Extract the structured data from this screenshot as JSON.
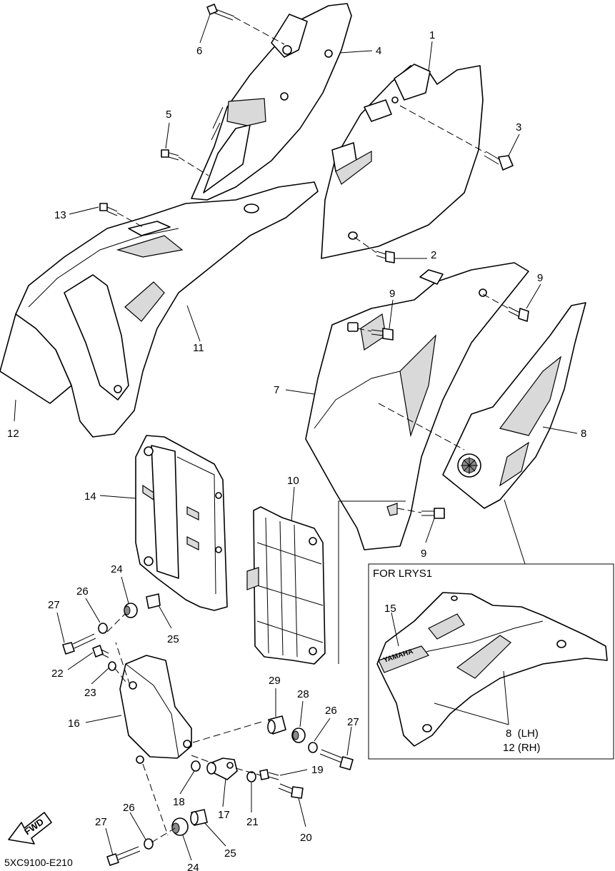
{
  "diagram": {
    "callouts": {
      "c1": "1",
      "c2": "2",
      "c3": "3",
      "c4": "4",
      "c5": "5",
      "c6": "6",
      "c7": "7",
      "c8": "8",
      "c9a": "9",
      "c9b": "9",
      "c9c": "9",
      "c10": "10",
      "c11": "11",
      "c12": "12",
      "c13": "13",
      "c14": "14",
      "c16": "16",
      "c17": "17",
      "c18": "18",
      "c19": "19",
      "c20": "20",
      "c21": "21",
      "c22": "22",
      "c23": "23",
      "c24a": "24",
      "c24b": "24",
      "c25a": "25",
      "c25b": "25",
      "c26a": "26",
      "c26b": "26",
      "c26c": "26",
      "c27a": "27",
      "c27b": "27",
      "c27c": "27",
      "c28": "28",
      "c29": "29"
    },
    "inset": {
      "title": "FOR LRYS1",
      "callout15": "15",
      "label_lh": "8  (LH)",
      "label_rh": "12 (RH)",
      "brand_decal": "YAMAHA"
    },
    "fwd_label": "FWD",
    "drawing_code": "5XC9100-E210"
  }
}
